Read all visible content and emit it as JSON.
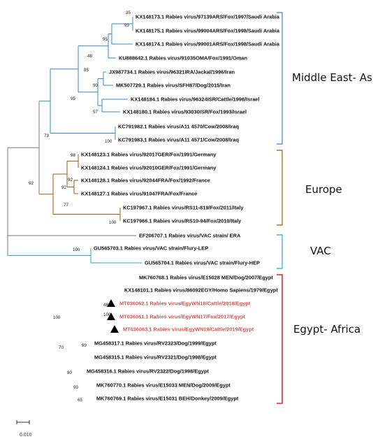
{
  "colors": {
    "middle_east_asia": "#3a86c8",
    "europe": "#9c5b14",
    "vac": "#35a0d4",
    "egypt_africa": "#e8262a",
    "root": "#7a7a7a",
    "text": "#111111",
    "highlight": "#d9534f"
  },
  "leaves": [
    {
      "id": "kx148173",
      "label": "KX148173.1 Rabies virus/97139ARS/Fox/1997/Saudi Arabia",
      "group": "middle_east_asia"
    },
    {
      "id": "kx148175",
      "label": "KX148175.1 Rabies virus/99004ARS/Fox/1998/Saudi Arabia",
      "group": "middle_east_asia"
    },
    {
      "id": "kx148174",
      "label": "KX148174.1 Rabies virus/99001ARS/Fox/1998/Saudi Arabia",
      "group": "middle_east_asia"
    },
    {
      "id": "ku888642",
      "label": "KU888642.1 Rabies virus/91035OMA/Fox/1991/Oman",
      "group": "middle_east_asia"
    },
    {
      "id": "jx987734",
      "label": "JX987734.1 Rabies virus/96321IRA/Jackal/1996/Iran",
      "group": "middle_east_asia"
    },
    {
      "id": "mk507729",
      "label": "MK507729.1 Rabies virus/SFH87/Dog/2015/Iran",
      "group": "middle_east_asia"
    },
    {
      "id": "kx148184",
      "label": "KX148184.1 Rabies virus/96324ISR/Cattle/1996/Israel",
      "group": "middle_east_asia"
    },
    {
      "id": "kx148180",
      "label": "KX148180.1 Rabies virus/93030ISR/Fox/1993/Israel",
      "group": "middle_east_asia"
    },
    {
      "id": "kc791982",
      "label": "KC791982.1 Rabies virus/A11 4570/Cow/2008/Iraq",
      "group": "middle_east_asia"
    },
    {
      "id": "kc791983",
      "label": "KC791983.1 Rabies virus/A11 4571/Cow/2008/Iraq",
      "group": "middle_east_asia"
    },
    {
      "id": "kx148123",
      "label": "KX148123.1 Rabies virus/92017GER/Fox/1991/Germany",
      "group": "europe"
    },
    {
      "id": "kx148124",
      "label": "KX148124.1 Rabies virus/92010GER/Fox/1991/Germany",
      "group": "europe"
    },
    {
      "id": "kx148128",
      "label": "KX148128.1 Rabies virus/92044FRA/Fox/1992/France",
      "group": "europe"
    },
    {
      "id": "kx148127",
      "label": "KX148127.1 Rabies virus/91047FRA/Fox/France",
      "group": "europe"
    },
    {
      "id": "kc197967",
      "label": "KC197967.1 Rabies virus/RS11-819/Fox/2011/Italy",
      "group": "europe"
    },
    {
      "id": "kc197966",
      "label": "KC197966.1 Rabies virus/RS10-94/Fox/2010/Italy",
      "group": "europe"
    },
    {
      "id": "ef206707",
      "label": "EF206707.1 Rabies virus/VAC strain/ ERA",
      "group": "root"
    },
    {
      "id": "gu565703",
      "label": "GU565703.1 Rabies virus/VAC strain/Flury-LEP",
      "group": "vac"
    },
    {
      "id": "gu565704",
      "label": "GU565704.1 Rabies virus/VAC strain/Flury-HEP",
      "group": "vac"
    },
    {
      "id": "mk760768",
      "label": "MK760768.1 Rabies virus/E15028 MEN/Dog/2007/Egypt",
      "group": "egypt_africa"
    },
    {
      "id": "kx148101",
      "label": "KX148101.1 Rabies virus/86092EGY/Homo Sapiens/1979/Egypt",
      "group": "egypt_africa"
    },
    {
      "id": "mt036062",
      "label": "MT036062.1 Rabies virus/EgyWN18/Cattle/2018/Egypt",
      "group": "egypt_africa",
      "highlight": true
    },
    {
      "id": "mt036061",
      "label": "MT036061.1 Rabies virus/EgyWN17/Fox/2017/Egypt",
      "group": "egypt_africa",
      "highlight": true
    },
    {
      "id": "mt036063",
      "label": "MT036063.1 Rabies virus/EgyWN19/Cattle/2019/Egypt",
      "group": "egypt_africa",
      "highlight": true
    },
    {
      "id": "mg458317",
      "label": "MG458317.1 Rabies virus/RV2323/Dog/1999/Egypt",
      "group": "egypt_africa"
    },
    {
      "id": "mg458315",
      "label": "MG458315.1 Rabies virus/RV2321/Dog/1998/Egypt",
      "group": "egypt_africa"
    },
    {
      "id": "mg458316",
      "label": "MG458316.1 Rabies virus/RV2322/Dog/1998/Egypt",
      "group": "egypt_africa"
    },
    {
      "id": "mk760770",
      "label": "MK760770.1 Rabies virus/E15033 MEN/Dog/2009/Egypt",
      "group": "egypt_africa"
    },
    {
      "id": "mk760769",
      "label": "MK760769.1 Rabies virus/E15031 BEH/Donkey/2009/Egypt",
      "group": "egypt_africa"
    }
  ],
  "bootstrap": [
    {
      "id": "b35",
      "value": "35",
      "group": "middle_east_asia"
    },
    {
      "id": "b99",
      "value": "99",
      "group": "middle_east_asia"
    },
    {
      "id": "b95a",
      "value": "95",
      "group": "middle_east_asia"
    },
    {
      "id": "b48",
      "value": "48",
      "group": "middle_east_asia"
    },
    {
      "id": "b85",
      "value": "85",
      "group": "middle_east_asia"
    },
    {
      "id": "b90a",
      "value": "90",
      "group": "middle_east_asia"
    },
    {
      "id": "b95b",
      "value": "95",
      "group": "middle_east_asia"
    },
    {
      "id": "b57",
      "value": "57",
      "group": "middle_east_asia"
    },
    {
      "id": "b100a",
      "value": "100",
      "group": "middle_east_asia"
    },
    {
      "id": "b73",
      "value": "73",
      "group": "root"
    },
    {
      "id": "b92a",
      "value": "92",
      "group": "root"
    },
    {
      "id": "b98",
      "value": "98",
      "group": "europe"
    },
    {
      "id": "b92b",
      "value": "92",
      "group": "europe"
    },
    {
      "id": "b92c",
      "value": "92",
      "group": "europe"
    },
    {
      "id": "b77",
      "value": "77",
      "group": "europe"
    },
    {
      "id": "b100b",
      "value": "100",
      "group": "europe"
    },
    {
      "id": "b100c",
      "value": "100",
      "group": "vac"
    },
    {
      "id": "b46",
      "value": "46",
      "group": "egypt_africa"
    },
    {
      "id": "b100d",
      "value": "100",
      "group": "egypt_africa"
    },
    {
      "id": "b100e",
      "value": "100",
      "group": "egypt_africa"
    },
    {
      "id": "b70",
      "value": "70",
      "group": "egypt_africa"
    },
    {
      "id": "b99b",
      "value": "99",
      "group": "egypt_africa"
    },
    {
      "id": "b90b",
      "value": "90",
      "group": "egypt_africa"
    },
    {
      "id": "b90c",
      "value": "90",
      "group": "egypt_africa"
    },
    {
      "id": "b65",
      "value": "65",
      "group": "egypt_africa"
    }
  ],
  "clades": [
    {
      "id": "middle_east_asia",
      "label": "Middle East- Asia"
    },
    {
      "id": "europe",
      "label": "Europe"
    },
    {
      "id": "vac",
      "label": "VAC"
    },
    {
      "id": "egypt_africa",
      "label": "Egypt- Africa"
    }
  ],
  "scale_bar": {
    "label": "0.010"
  },
  "markers": {
    "icon": "triangle-marker-icon"
  }
}
